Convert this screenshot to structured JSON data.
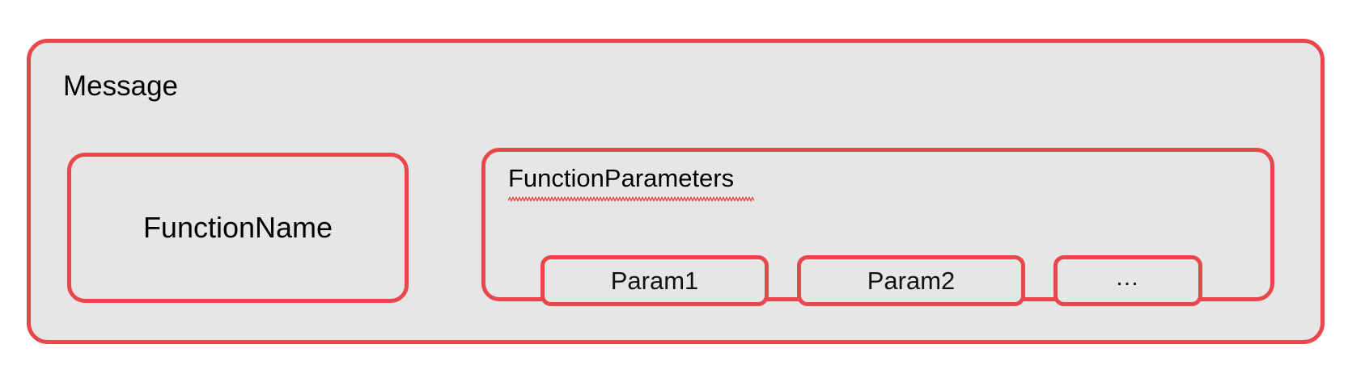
{
  "diagram": {
    "title": "Message structure diagram",
    "colors": {
      "border": "#e8474c",
      "fill": "#e6e6e6",
      "canvas": "#ffffff",
      "text": "#000000",
      "spellcheck_underline": "#ee3b3b"
    },
    "message": {
      "label": "Message",
      "function_name": {
        "label": "FunctionName"
      },
      "function_parameters": {
        "label": "FunctionParameters",
        "spellcheck_flagged": true,
        "params": [
          {
            "label": "Param1"
          },
          {
            "label": "Param2"
          },
          {
            "label": "…"
          }
        ]
      }
    }
  }
}
